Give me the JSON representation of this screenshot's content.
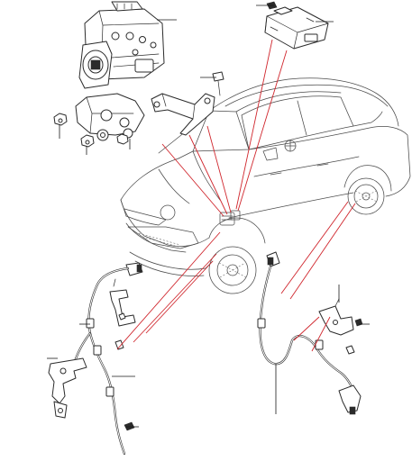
{
  "diagram": {
    "callout_color": "#d0262d",
    "line_color": "#2b2b2b",
    "background": "#ffffff",
    "components": [
      "abs-modulator-unit",
      "mounting-bracket",
      "restraints-control-module",
      "front-left-wheel-speed-sensor",
      "rear-wheel-speed-sensor",
      "vehicle-body"
    ]
  }
}
